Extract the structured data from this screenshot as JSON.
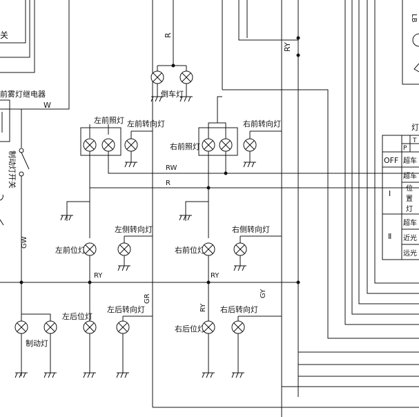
{
  "labels": {
    "switch_partial": "关",
    "relay": "前雾灯继电器",
    "brake_switch": "制动灯开关",
    "reverse_lamp": "倒车灯",
    "left_headlamp": "左前照灯",
    "left_front_turn": "左前转向灯",
    "right_headlamp": "右前照灯",
    "right_front_turn": "右前转向灯",
    "left_side_turn": "左侧转向灯",
    "right_side_turn": "右侧转向灯",
    "left_front_position": "左前位灯",
    "right_front_position": "右前位灯",
    "left_rear_position": "左后位灯",
    "right_rear_position": "右后位灯",
    "left_rear_turn": "左后转向灯",
    "right_rear_turn": "右后转向灯",
    "brake_lamp": "制动灯"
  },
  "wires": {
    "R_top": "R",
    "RY_top": "RY",
    "W": "W",
    "RW": "RW",
    "R_mid": "R",
    "GW": "GW",
    "RY_left": "RY",
    "RY_right": "RY",
    "GR": "GR",
    "RY_vert": "RY",
    "GY": "GY"
  },
  "table": {
    "title_partial": "灯",
    "header_p": "P",
    "header_t": "T",
    "rows": [
      {
        "state": "OFF",
        "cell": "超车"
      },
      {
        "state": "",
        "cell": "超车"
      },
      {
        "state": "Ⅰ",
        "cell": "位置灯"
      },
      {
        "state": "",
        "cell": "超车"
      },
      {
        "state": "Ⅱ",
        "cell": "近光"
      },
      {
        "state": "",
        "cell": "远光"
      }
    ],
    "rotated_label": "LB"
  }
}
